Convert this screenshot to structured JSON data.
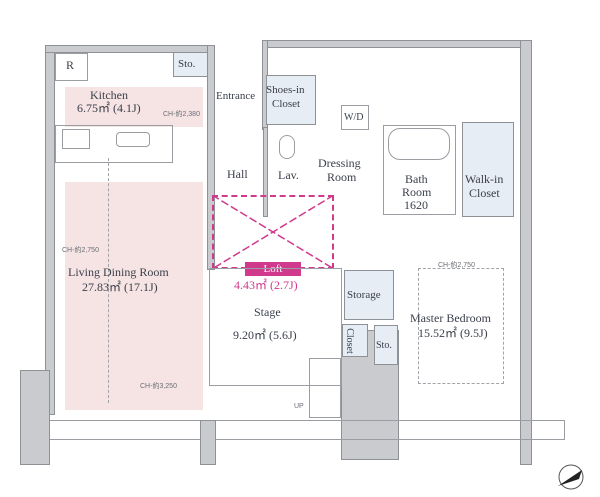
{
  "rooms": {
    "refrigerator": "R",
    "kitchen_storage": "Sto.",
    "kitchen": {
      "name": "Kitchen",
      "area": "6.75㎡ (4.1J)"
    },
    "entrance": "Entrance",
    "shoes_closet": [
      "Shoes-in",
      "Closet"
    ],
    "washer_dryer": "W/D",
    "hall": "Hall",
    "lavatory": "Lav.",
    "dressing": [
      "Dressing",
      "Room"
    ],
    "bath": [
      "Bath",
      "Room",
      "1620"
    ],
    "walk_in_closet": [
      "Walk-in",
      "Closet"
    ],
    "ldr": {
      "name": "Living Dining Room",
      "area": "27.83㎡ (17.1J)"
    },
    "loft": {
      "name": "Loft",
      "area": "4.43㎡ (2.7J)"
    },
    "stage": {
      "name": "Stage",
      "area": "9.20㎡ (5.6J)"
    },
    "storage": "Storage",
    "closet": "Closet",
    "bedroom_storage": "Sto.",
    "master_bedroom": {
      "name": "Master Bedroom",
      "area": "15.52㎡ (9.5J)"
    },
    "stairs": "UP"
  },
  "ceiling_heights": {
    "kitchen": "CH-約2,380",
    "ldr": "CH-約2,750",
    "ldr_lower": "CH-約3,250",
    "bedroom": "CH-約2,750"
  },
  "colors": {
    "room_fill": "#f6e4e4",
    "storage_fill": "#e6edf5",
    "loft": "#d0398c"
  }
}
